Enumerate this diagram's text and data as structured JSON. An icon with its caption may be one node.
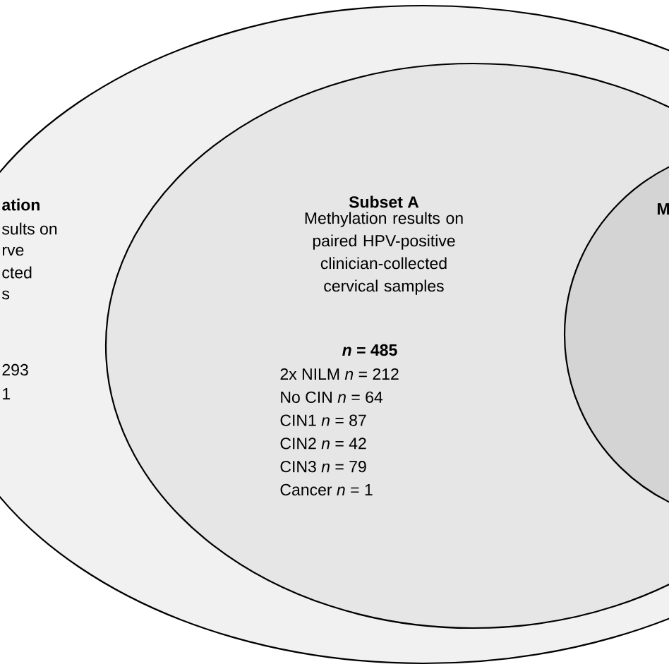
{
  "diagram": {
    "nodes": [
      {
        "text": [
          "ation",
          "sults on",
          "rve",
          "cted",
          "s",
          "293",
          "1"
        ]
      },
      {
        "text": [
          "Subset A",
          "Methylation results on paired HPV-positive clinician-collected cervical samples",
          "*n* = 485",
          "2x NILM *n* = 212",
          "No CIN *n* = 64",
          "CIN1 *n* = 87",
          "CIN2 *n* = 42",
          "CIN3 *n* = 79",
          "Cancer *n* = 1"
        ],
        "in": 0
      },
      {
        "text": [
          "M"
        ]
      }
    ]
  }
}
